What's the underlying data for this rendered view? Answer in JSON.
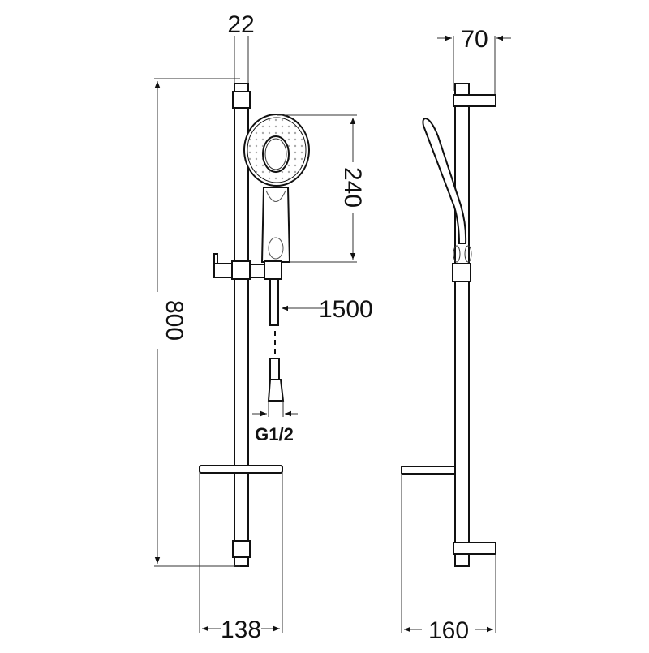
{
  "drawing": {
    "title": "Shower rail set technical drawing",
    "front_view": {
      "dimensions": {
        "rail_width": "22",
        "rail_height": "800",
        "handshower_length": "240",
        "hose_length": "1500",
        "connection_thread": "G1/2",
        "soap_dish_width": "138"
      }
    },
    "side_view": {
      "dimensions": {
        "bracket_depth": "70",
        "soap_dish_depth": "160"
      }
    },
    "colors": {
      "line": "#111111",
      "background": "#ffffff",
      "spray_dots": "#aaaaaa"
    }
  }
}
